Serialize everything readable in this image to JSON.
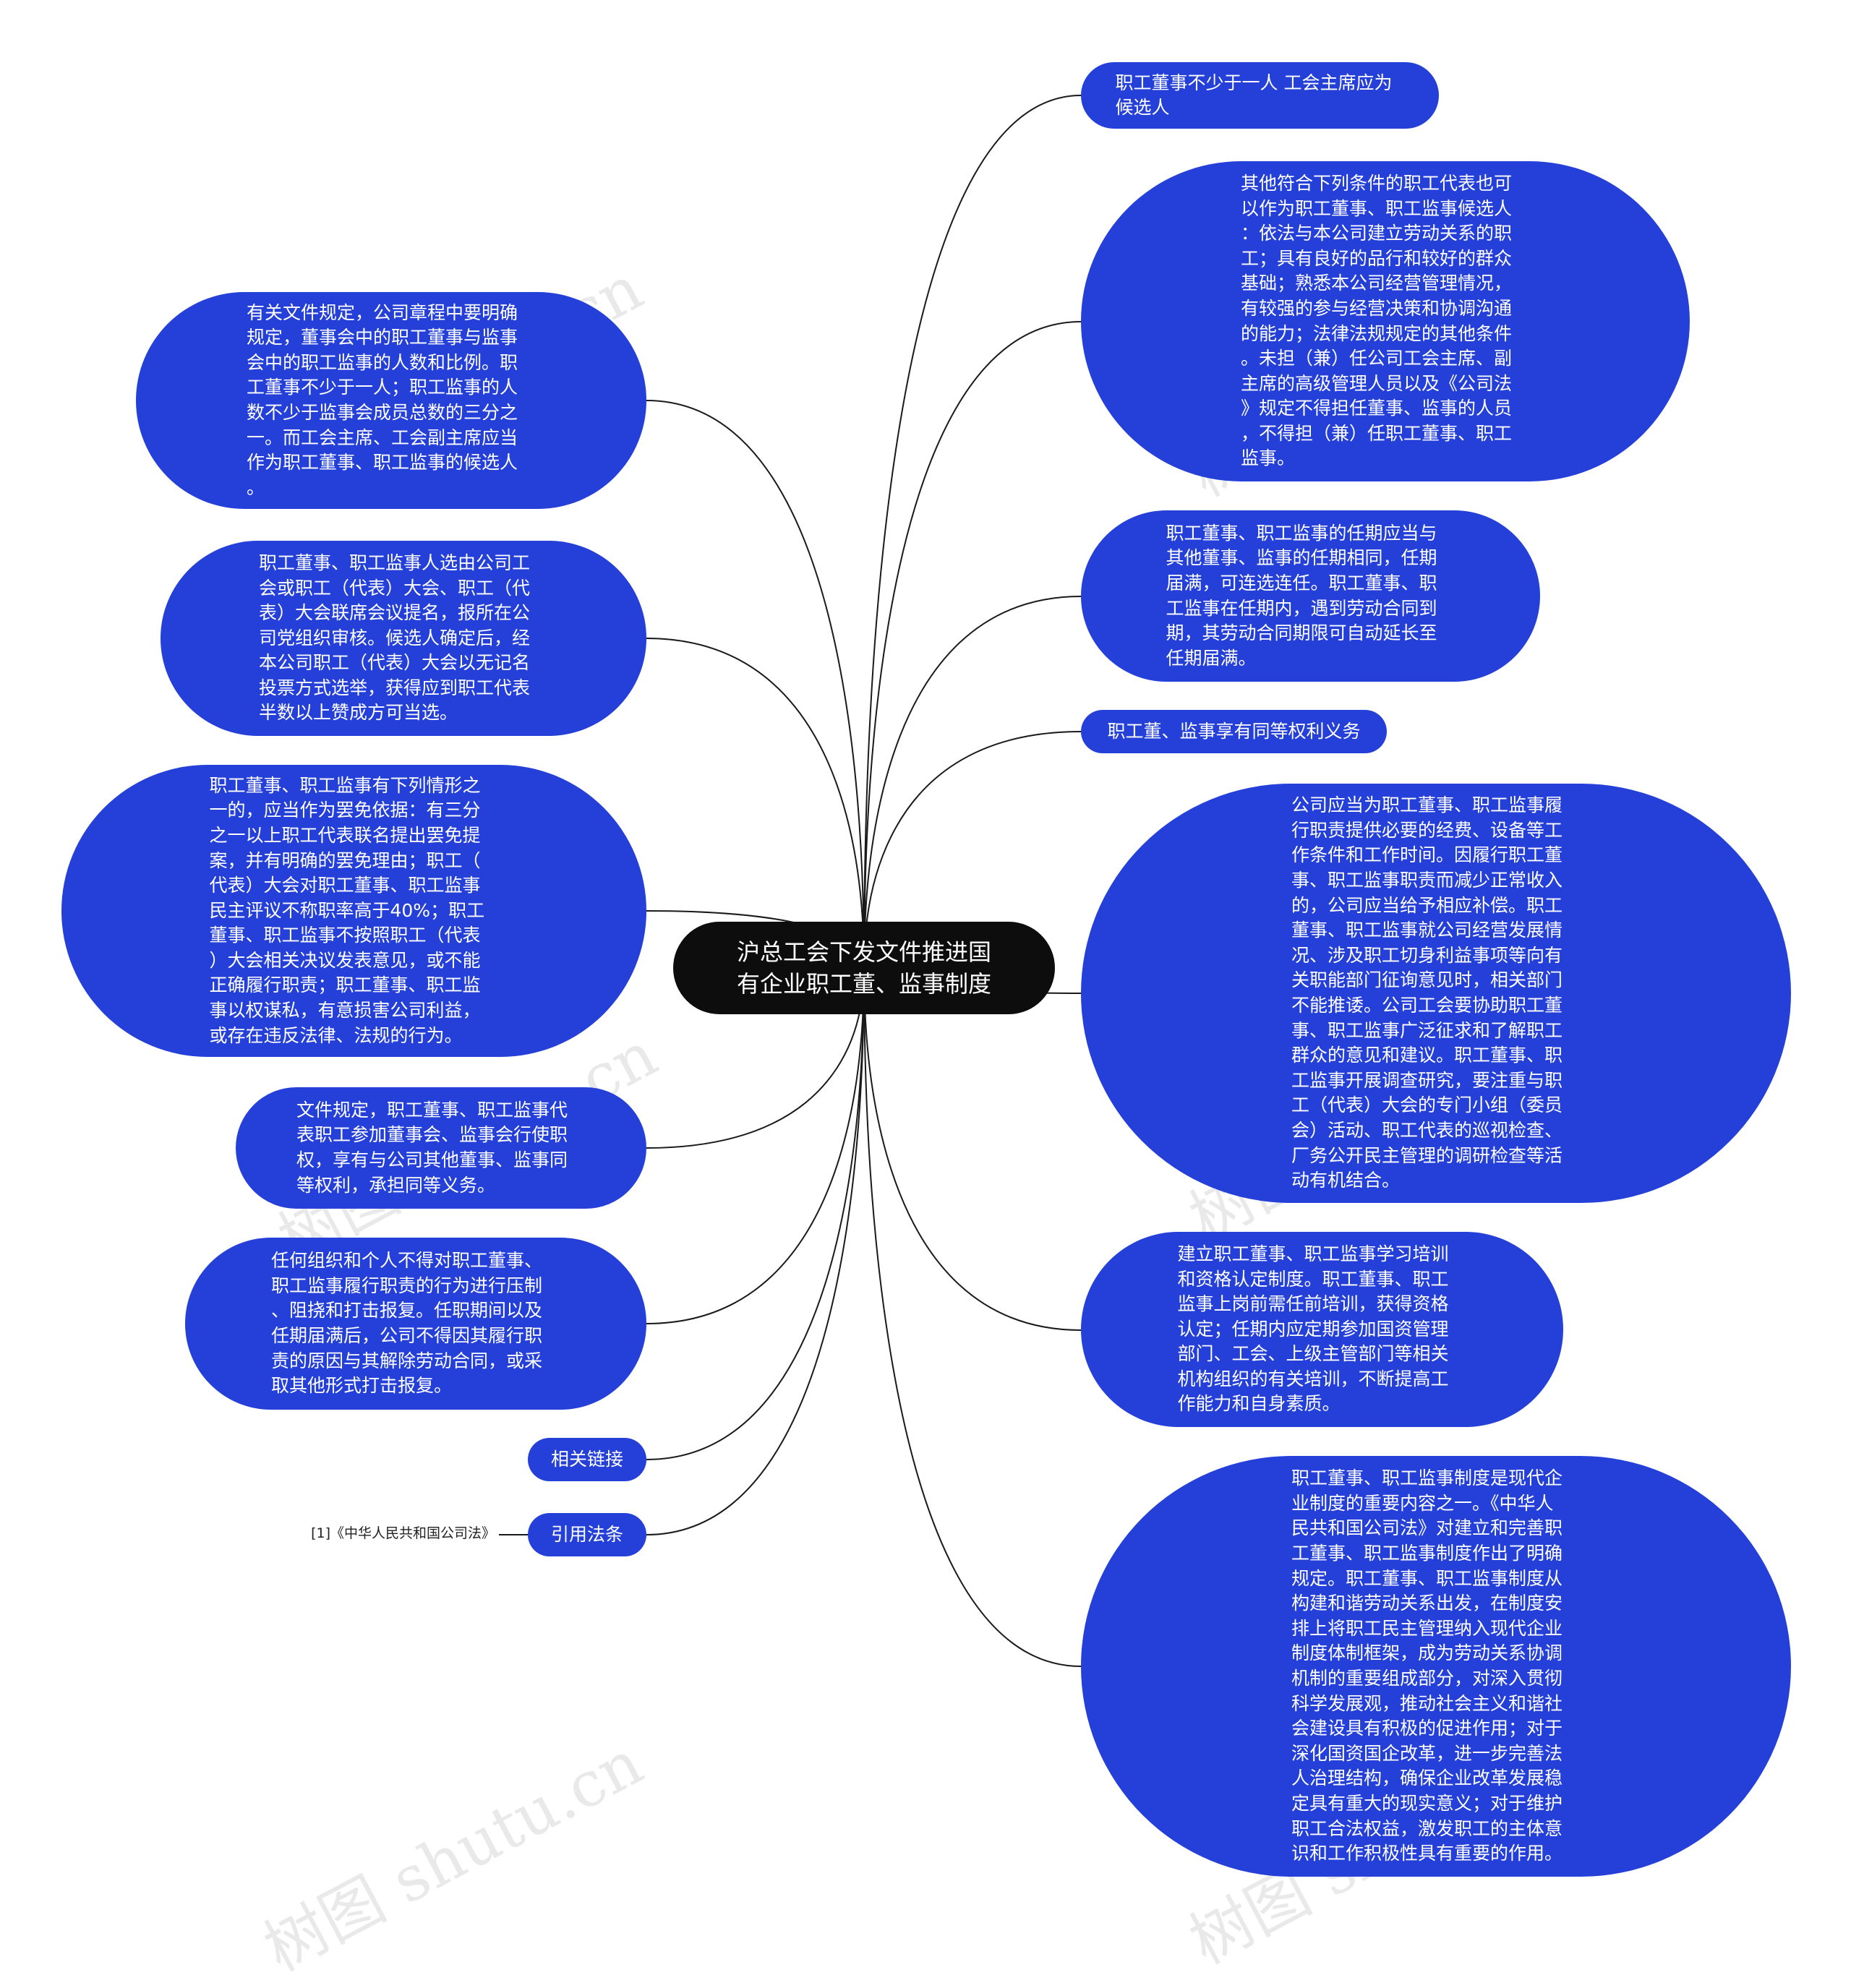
{
  "title": "沪总工会下发文件推进国\n有企业职工董、监事制度",
  "right_nodes": [
    {
      "id": "r1",
      "text": "职工董事不少于一人 工会主席应为\n候选人"
    },
    {
      "id": "r2",
      "text": "其他符合下列条件的职工代表也可\n以作为职工董事、职工监事候选人\n：依法与本公司建立劳动关系的职\n工；具有良好的品行和较好的群众\n基础；熟悉本公司经营管理情况，\n有较强的参与经营决策和协调沟通\n的能力；法律法规规定的其他条件\n。未担（兼）任公司工会主席、副\n主席的高级管理人员以及《公司法\n》规定不得担任董事、监事的人员\n，不得担（兼）任职工董事、职工\n监事。"
    },
    {
      "id": "r3",
      "text": "职工董事、职工监事的任期应当与\n其他董事、监事的任期相同，任期\n届满，可连选连任。职工董事、职\n工监事在任期内，遇到劳动合同到\n期，其劳动合同期限可自动延长至\n任期届满。"
    },
    {
      "id": "r4",
      "text": "职工董、监事享有同等权利义务"
    },
    {
      "id": "r5",
      "text": "公司应当为职工董事、职工监事履\n行职责提供必要的经费、设备等工\n作条件和工作时间。因履行职工董\n事、职工监事职责而减少正常收入\n的，公司应当给予相应补偿。职工\n董事、职工监事就公司经营发展情\n况、涉及职工切身利益事项等向有\n关职能部门征询意见时，相关部门\n不能推诿。公司工会要协助职工董\n事、职工监事广泛征求和了解职工\n群众的意见和建议。职工董事、职\n工监事开展调查研究，要注重与职\n工（代表）大会的专门小组（委员\n会）活动、职工代表的巡视检查、\n厂务公开民主管理的调研检查等活\n动有机结合。"
    },
    {
      "id": "r6",
      "text": "建立职工董事、职工监事学习培训\n和资格认定制度。职工董事、职工\n监事上岗前需任前培训，获得资格\n认定；任期内应定期参加国资管理\n部门、工会、上级主管部门等相关\n机构组织的有关培训，不断提高工\n作能力和自身素质。"
    },
    {
      "id": "r7",
      "text": "职工董事、职工监事制度是现代企\n业制度的重要内容之一。《中华人\n民共和国公司法》对建立和完善职\n工董事、职工监事制度作出了明确\n规定。职工董事、职工监事制度从\n构建和谐劳动关系出发，在制度安\n排上将职工民主管理纳入现代企业\n制度体制框架，成为劳动关系协调\n机制的重要组成部分，对深入贯彻\n科学发展观，推动社会主义和谐社\n会建设具有积极的促进作用；对于\n深化国资国企改革，进一步完善法\n人治理结构，确保企业改革发展稳\n定具有重大的现实意义；对于维护\n职工合法权益，激发职工的主体意\n识和工作积极性具有重要的作用。"
    }
  ],
  "left_nodes": [
    {
      "id": "l1",
      "text": "有关文件规定，公司章程中要明确\n规定，董事会中的职工董事与监事\n会中的职工监事的人数和比例。职\n工董事不少于一人；职工监事的人\n数不少于监事会成员总数的三分之\n一。而工会主席、工会副主席应当\n作为职工董事、职工监事的候选人\n。"
    },
    {
      "id": "l2",
      "text": "职工董事、职工监事人选由公司工\n会或职工（代表）大会、职工（代\n表）大会联席会议提名，报所在公\n司党组织审核。候选人确定后，经\n本公司职工（代表）大会以无记名\n投票方式选举，获得应到职工代表\n半数以上赞成方可当选。"
    },
    {
      "id": "l3",
      "text": "职工董事、职工监事有下列情形之\n一的，应当作为罢免依据：有三分\n之一以上职工代表联名提出罢免提\n案，并有明确的罢免理由；职工（\n代表）大会对职工董事、职工监事\n民主评议不称职率高于40%；职工\n董事、职工监事不按照职工（代表\n）大会相关决议发表意见，或不能\n正确履行职责；职工董事、职工监\n事以权谋私，有意损害公司利益，\n或存在违反法律、法规的行为。"
    },
    {
      "id": "l4",
      "text": "文件规定，职工董事、职工监事代\n表职工参加董事会、监事会行使职\n权，享有与公司其他董事、监事同\n等权利，承担同等义务。"
    },
    {
      "id": "l5",
      "text": "任何组织和个人不得对职工董事、\n职工监事履行职责的行为进行压制\n、阻挠和打击报复。任职期间以及\n任期届满后，公司不得因其履行职\n责的原因与其解除劳动合同，或采\n取其他形式打击报复。"
    },
    {
      "id": "l6",
      "text": "相关链接"
    },
    {
      "id": "l7",
      "text": "引用法条"
    }
  ],
  "citation": "[1]《中华人民共和国公司法》",
  "watermark": "树图 shutu.cn",
  "colors": {
    "node": "#2440d8",
    "center": "#0d0d0d",
    "line": "#1a1a1a"
  }
}
